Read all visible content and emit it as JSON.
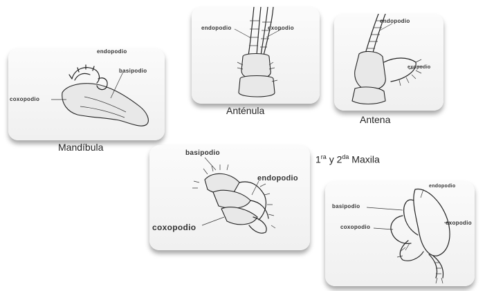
{
  "panels": {
    "mandibula": {
      "caption": "Mandíbula",
      "labels": {
        "endopodio": "endopodio",
        "basipodio": "basipodio",
        "coxopodio": "coxopodio"
      }
    },
    "antenula": {
      "caption": "Anténula",
      "labels": {
        "endopodio": "endopodio",
        "exopodio": "exopodio"
      }
    },
    "antena": {
      "caption": "Antena",
      "labels": {
        "endopodio": "endopodio",
        "exopodio": "exopodio"
      }
    },
    "maxila": {
      "caption_num1": "1",
      "caption_sup1": "ra",
      "caption_mid": " y 2",
      "caption_sup2": "da",
      "caption_tail": " Maxila",
      "labels": {
        "basipodio": "basipodio",
        "endopodio": "endopodio",
        "coxopodio": "coxopodio"
      }
    },
    "maxila2": {
      "labels": {
        "endopodio": "endopodio",
        "basipodio": "basipodio",
        "coxopodio": "coxopodio",
        "exopodio": "exopodio"
      }
    }
  }
}
